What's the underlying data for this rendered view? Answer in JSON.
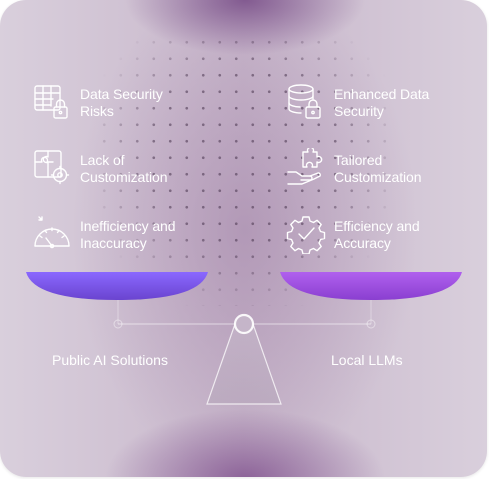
{
  "left_panel": {
    "items": [
      {
        "label": "Data Security\nRisks",
        "icon": "database-table-lock-icon"
      },
      {
        "label": "Lack of\nCustomization",
        "icon": "puzzle-gear-icon"
      },
      {
        "label": "Inefficiency and\nInaccuracy",
        "icon": "speedometer-icon"
      }
    ],
    "caption": "Public AI Solutions",
    "pan_color": "#7b56e6"
  },
  "right_panel": {
    "items": [
      {
        "label": "Enhanced Data\nSecurity",
        "icon": "database-lock-icon"
      },
      {
        "label": "Tailored\nCustomization",
        "icon": "puzzle-hand-icon"
      },
      {
        "label": "Efficiency and\nAccuracy",
        "icon": "gear-check-icon"
      }
    ],
    "caption": "Local LLMs",
    "pan_color": "#9a4fe0"
  }
}
